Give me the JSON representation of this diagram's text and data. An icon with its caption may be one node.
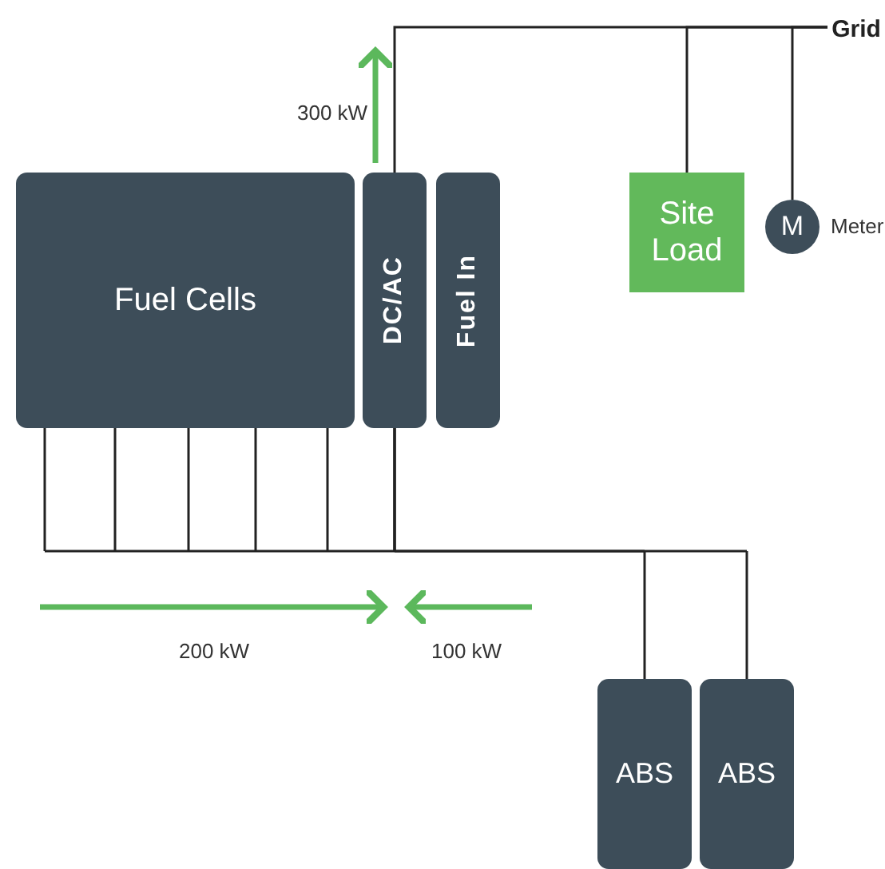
{
  "diagram": {
    "nodes": [
      {
        "text": [
          "Fuel Cells"
        ]
      },
      {
        "text": [
          "DC/AC"
        ]
      },
      {
        "text": [
          "Fuel In"
        ]
      },
      {
        "text": [
          "Site Load"
        ]
      },
      {
        "text": [
          "M"
        ],
        "beside": [
          "Meter"
        ]
      },
      {
        "text": [
          "Grid"
        ]
      },
      {
        "text": [
          "ABS"
        ]
      },
      {
        "text": [
          "ABS"
        ]
      }
    ],
    "edges": [
      {
        "from": 1,
        "to": 5,
        "arrow": "none"
      },
      {
        "from": 3,
        "to": 5,
        "arrow": "none"
      },
      {
        "from": 4,
        "to": 5,
        "arrow": "none"
      },
      {
        "from": 0,
        "to": 1,
        "arrow": "none"
      },
      {
        "from": 6,
        "to": 1,
        "arrow": "none"
      },
      {
        "from": 7,
        "to": 1,
        "arrow": "none"
      }
    ],
    "labels": [
      "300 kW",
      "200 kW",
      "100 kW"
    ]
  }
}
